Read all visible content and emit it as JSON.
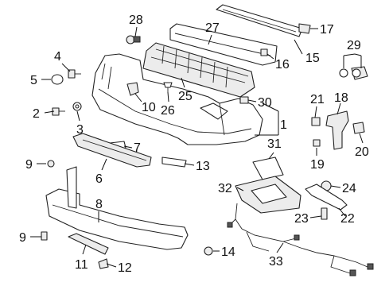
{
  "diagram": {
    "callouts": [
      {
        "id": "p1",
        "label": "1"
      },
      {
        "id": "p2",
        "label": "2"
      },
      {
        "id": "p3",
        "label": "3"
      },
      {
        "id": "p4",
        "label": "4"
      },
      {
        "id": "p5",
        "label": "5"
      },
      {
        "id": "p6",
        "label": "6"
      },
      {
        "id": "p7",
        "label": "7"
      },
      {
        "id": "p8",
        "label": "8"
      },
      {
        "id": "p9a",
        "label": "9"
      },
      {
        "id": "p9b",
        "label": "9"
      },
      {
        "id": "p10",
        "label": "10"
      },
      {
        "id": "p11",
        "label": "11"
      },
      {
        "id": "p12",
        "label": "12"
      },
      {
        "id": "p13",
        "label": "13"
      },
      {
        "id": "p14",
        "label": "14"
      },
      {
        "id": "p15",
        "label": "15"
      },
      {
        "id": "p16",
        "label": "16"
      },
      {
        "id": "p17",
        "label": "17"
      },
      {
        "id": "p18",
        "label": "18"
      },
      {
        "id": "p19",
        "label": "19"
      },
      {
        "id": "p20",
        "label": "20"
      },
      {
        "id": "p21",
        "label": "21"
      },
      {
        "id": "p22",
        "label": "22"
      },
      {
        "id": "p23",
        "label": "23"
      },
      {
        "id": "p24",
        "label": "24"
      },
      {
        "id": "p25",
        "label": "25"
      },
      {
        "id": "p26",
        "label": "26"
      },
      {
        "id": "p27",
        "label": "27"
      },
      {
        "id": "p28",
        "label": "28"
      },
      {
        "id": "p29",
        "label": "29"
      },
      {
        "id": "p30",
        "label": "30"
      },
      {
        "id": "p31",
        "label": "31"
      },
      {
        "id": "p32",
        "label": "32"
      },
      {
        "id": "p33",
        "label": "33"
      }
    ]
  }
}
